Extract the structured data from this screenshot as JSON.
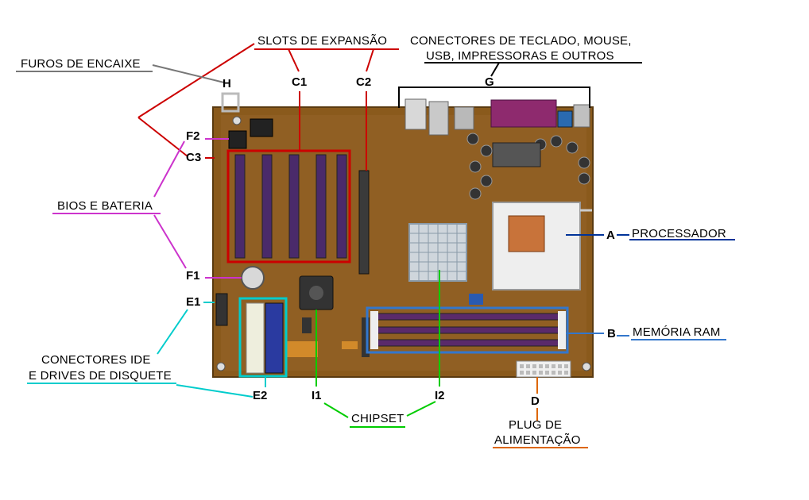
{
  "labels": {
    "slots": "SLOTS DE EXPANSÃO",
    "conectores_l1": "CONECTORES DE TECLADO, MOUSE,",
    "conectores_l2": "USB, IMPRESSORAS E OUTROS",
    "furos": "FUROS DE ENCAIXE",
    "bios": "BIOS E BATERIA",
    "processador": "PROCESSADOR",
    "memoria": "MEMÓRIA RAM",
    "ide_l1": "CONECTORES IDE",
    "ide_l2": "E DRIVES DE DISQUETE",
    "chipset": "CHIPSET",
    "plug_l1": "PLUG DE",
    "plug_l2": "ALIMENTAÇÃO"
  },
  "codes": {
    "h": "H",
    "c1": "C1",
    "c2": "C2",
    "c3": "C3",
    "g": "G",
    "f2": "F2",
    "f1": "F1",
    "e1": "E1",
    "e2": "E2",
    "a": "A",
    "b": "B",
    "d": "D",
    "i1": "I1",
    "i2": "I2"
  },
  "colors": {
    "slots": "#cc0000",
    "bios": "#cc33cc",
    "ide": "#00cccc",
    "chipset": "#00cc00",
    "processor": "#003399",
    "memory": "#3377cc",
    "power": "#dd6600",
    "furos": "#777777",
    "board": "#8a5a1c"
  }
}
